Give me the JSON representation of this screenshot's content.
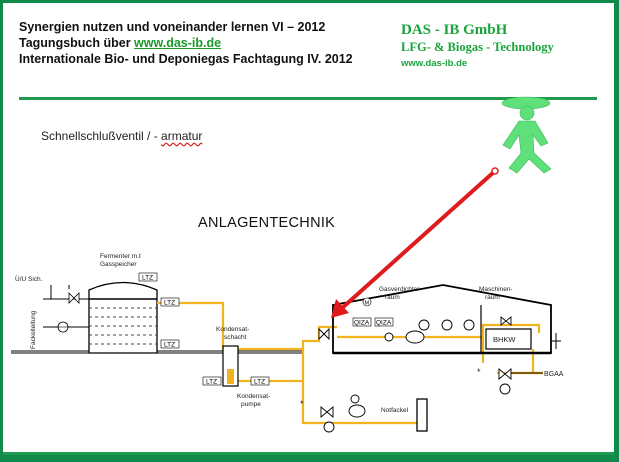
{
  "header": {
    "line1": "Synergien nutzen und voneinander lernen VI – 2012",
    "line2_prefix": "Tagungsbuch über ",
    "line2_link": "www.das-ib.de",
    "line3": "Internationale Bio- und Deponiegas Fachtagung IV. 2012"
  },
  "brand": {
    "name": "DAS - IB GmbH",
    "tagline": "LFG- & Biogas - Technology",
    "url": "www.das-ib.de"
  },
  "slide": {
    "subtitle_main": "Schnellschlußventil / - ",
    "subtitle_word": "armatur",
    "heading": "ANLAGENTECHNIK"
  },
  "diagram": {
    "labels": {
      "uu_sich": "Ü/U Sich.",
      "fermenter": "Fermenter m.t",
      "gasspeicher": "Gasspeicher",
      "fackelleitung": "Fackelleitung",
      "kondensatschacht_1": "Kondensat-",
      "kondensatschacht_2": "schacht",
      "kondensatpumpe_1": "Kondensat-",
      "kondensatpumpe_2": "pumpe",
      "gasverdichter_1": "Gasverdichter",
      "gasverdichter_2": "raum",
      "maschinen_1": "Maschinen-",
      "maschinen_2": "raum",
      "bhkw": "BHKW",
      "bgaa": "BGAA",
      "notfackel": "Notfackel",
      "star": "*"
    },
    "tags": {
      "fermenter_top": "LTZ",
      "fermenter_r1": "LTZ",
      "fermenter_r2": "LTZ",
      "cond_l": "LTZ",
      "cond_r": "LTZ",
      "gas_a": "QIZA",
      "gas_b": "QIZA",
      "motor_m": "M"
    }
  }
}
